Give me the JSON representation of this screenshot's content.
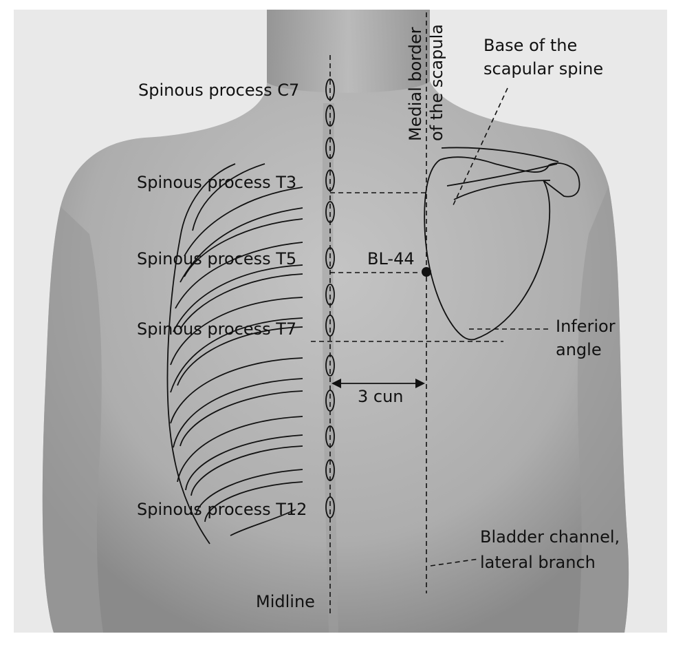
{
  "labels": {
    "spinous_c7": "Spinous process C7",
    "spinous_t3": "Spinous process T3",
    "spinous_t5": "Spinous process T5",
    "spinous_t7": "Spinous process T7",
    "spinous_t12": "Spinous process T12",
    "midline": "Midline",
    "medial_border_line1": "Medial border",
    "medial_border_line2": "of the scapula",
    "base_spine_line1": "Base of the",
    "base_spine_line2": "scapular spine",
    "bl44": "BL-44",
    "three_cun": "3 cun",
    "inferior_line1": "Inferior",
    "inferior_line2": "angle",
    "bladder_line1": "Bladder channel,",
    "bladder_line2": "lateral branch"
  },
  "colors": {
    "background": "#ffffff",
    "backdrop": "#e9e9e9",
    "skin_light": "#b9b9b9",
    "skin_dark": "#8e8e8e",
    "ink": "#111111"
  }
}
